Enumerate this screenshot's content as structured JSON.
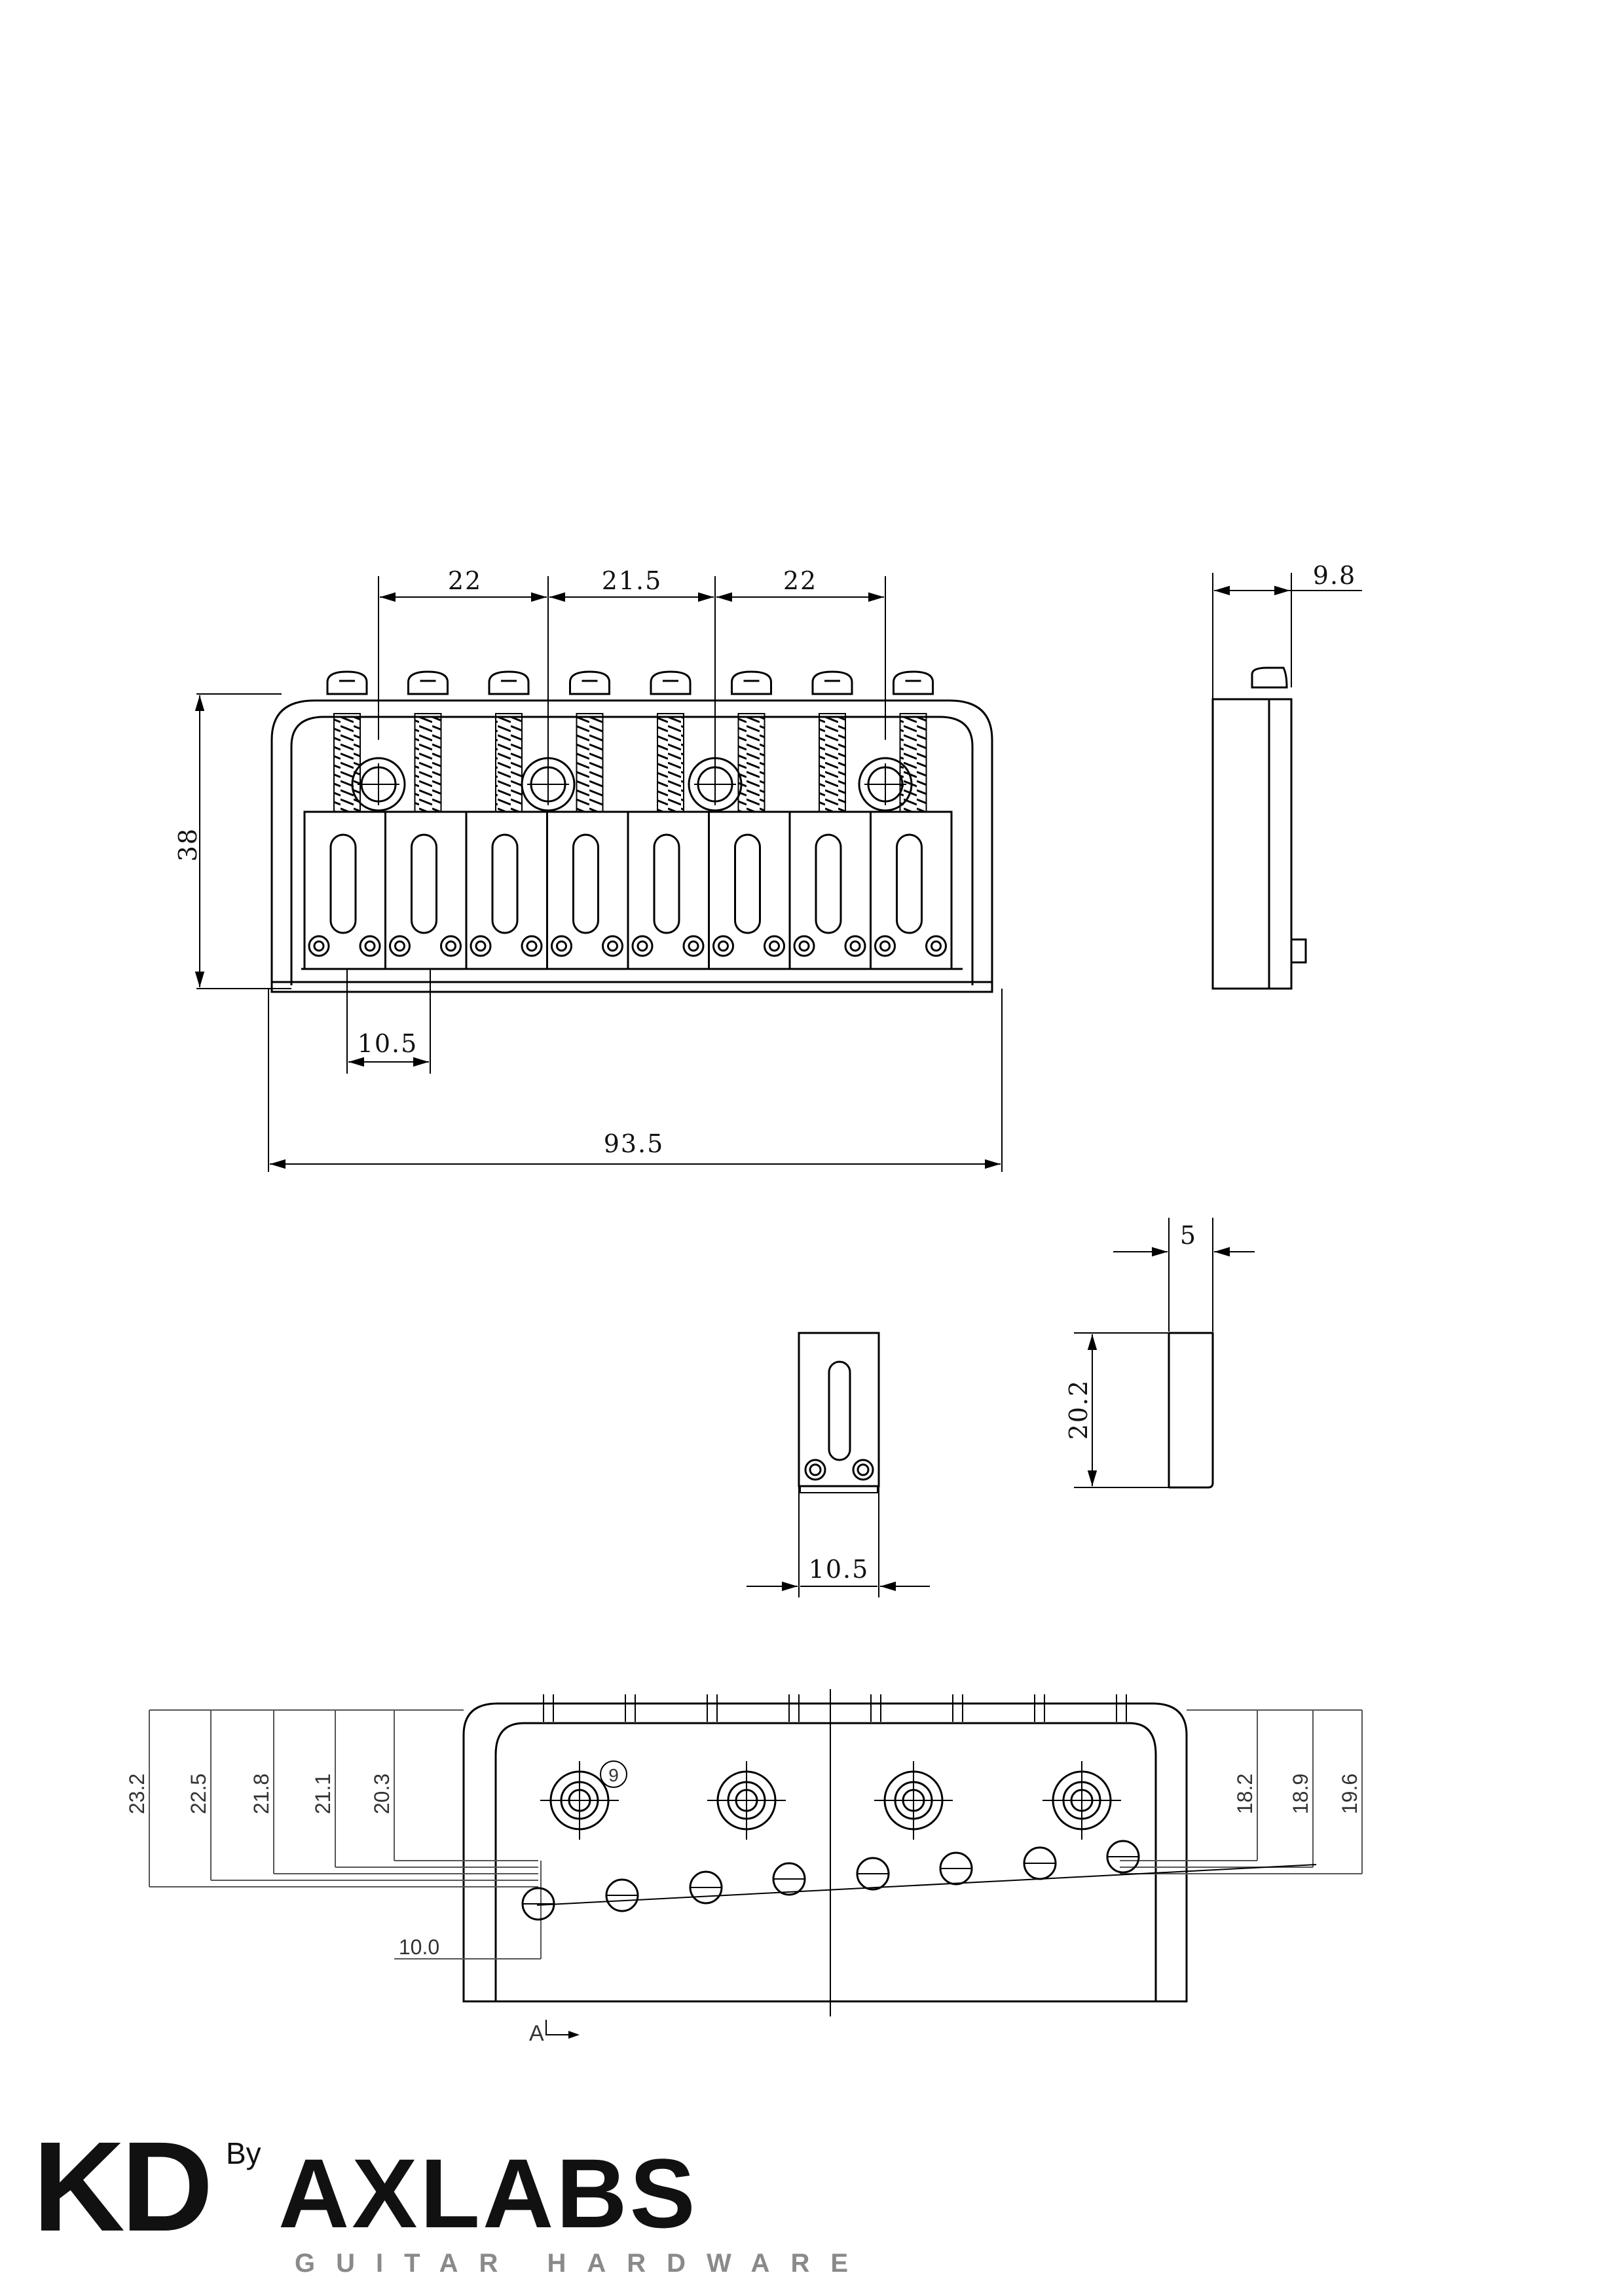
{
  "front_view": {
    "dims": {
      "pitch_left": "22",
      "pitch_mid": "21.5",
      "pitch_right": "22",
      "height": "38",
      "saddle_width": "10.5",
      "overall_width": "93.5"
    },
    "saddle_count": 8
  },
  "side_view": {
    "depth": "9.8"
  },
  "saddle_side": {
    "width": "5",
    "length": "20.2"
  },
  "saddle_front": {
    "width": "10.5"
  },
  "top_view": {
    "left_heights": [
      "23.2",
      "22.5",
      "21.8",
      "21.1",
      "20.3"
    ],
    "right_heights": [
      "18.2",
      "18.9",
      "19.6"
    ],
    "offset": "10.0",
    "hole_marker": "9",
    "section_label": "A"
  },
  "brand": {
    "logo_kd": "KD",
    "by": "By",
    "logo_axlabs": "AXLABS",
    "tagline": "GUITAR HARDWARE",
    "colors": {
      "kd": "#111111",
      "ax": "#8a8a8a",
      "labs": "#111111",
      "tagline": "#8a8a8a"
    }
  }
}
